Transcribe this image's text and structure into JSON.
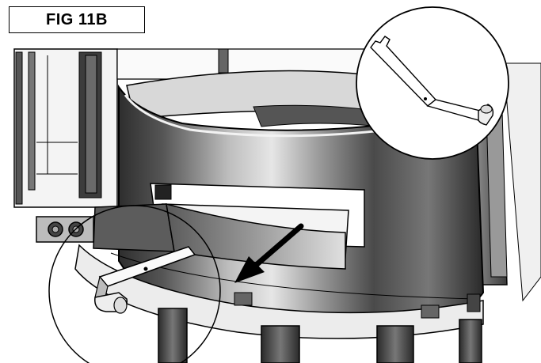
{
  "figure": {
    "label": "FIG 11B"
  },
  "callouts": [
    {
      "name": "detail-circle-tool",
      "shows": "ash-pan-lifting-tool"
    },
    {
      "name": "detail-circle-hand",
      "shows": "tool-inserted-in-ash-pan"
    }
  ],
  "arrow": {
    "direction": "out-and-down-left",
    "meaning": "pull-ash-pan-out"
  },
  "colors": {
    "outline": "#000000",
    "steel_dark": "#3a3a3a",
    "steel_mid": "#8a8a8a",
    "steel_light": "#d8d8d8",
    "background": "#ffffff"
  }
}
